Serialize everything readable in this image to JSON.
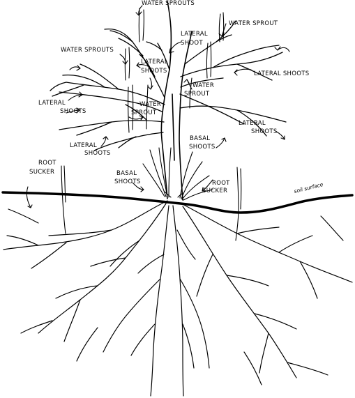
{
  "labels": {
    "water_sprouts_top": "WATER SPROUTS",
    "water_sprout_top_right": "WATER SPROUT",
    "lateral_shoot_top_1": "LATERAL",
    "lateral_shoot_top_2": "SHOOT",
    "water_sprouts_left": "WATER SPROUTS",
    "lateral_shoots_center_1": "LATERAL",
    "lateral_shoots_center_2": "SHOOTS",
    "lateral_shoots_right": "LATERAL SHOOTS",
    "water_sprout_right_1": "WATER",
    "water_sprout_right_2": "SPROUT",
    "lateral_shoots_left_1": "LATERAL",
    "lateral_shoots_left_2": "SHOOTS",
    "water_sprout_center_1": "WATER",
    "water_sprout_center_2": "SPROUT",
    "lateral_shoots_lower_right_1": "LATERAL",
    "lateral_shoots_lower_right_2": "SHOOTS",
    "lateral_shoots_lower_left_1": "LATERAL",
    "lateral_shoots_lower_left_2": "SHOOTS",
    "basal_shoots_right_1": "BASAL",
    "basal_shoots_right_2": "SHOOTS",
    "root_sucker_left_1": "ROOT",
    "root_sucker_left_2": "SUCKER",
    "basal_shoots_left_1": "BASAL",
    "basal_shoots_left_2": "SHOOTS",
    "root_sucker_right_1": "ROOT",
    "root_sucker_right_2": "SUCKER",
    "soil_surface": "soil surface"
  }
}
